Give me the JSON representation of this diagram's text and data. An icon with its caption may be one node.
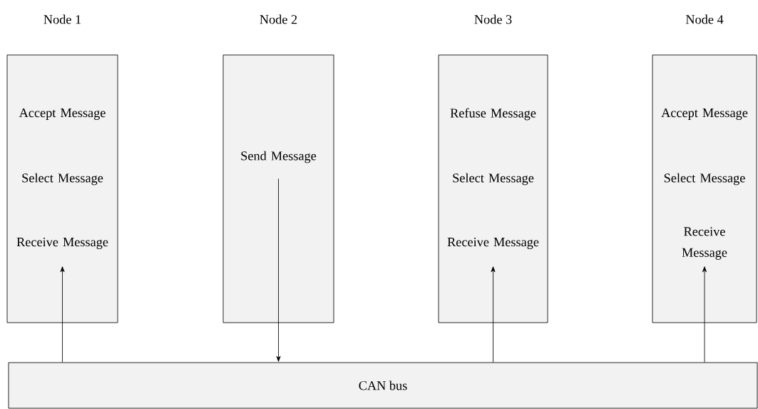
{
  "diagram": {
    "nodes": [
      {
        "text": [
          "Node 1",
          "Accept Message",
          "Select Message",
          "Receive Message"
        ]
      },
      {
        "text": [
          "Node 2",
          "Send Message"
        ]
      },
      {
        "text": [
          "Node 3",
          "Refuse Message",
          "Select Message",
          "Receive Message"
        ]
      },
      {
        "text": [
          "Node 4",
          "Accept Message",
          "Select Message",
          "Receive Message"
        ]
      },
      {
        "text": [
          "CAN bus"
        ]
      }
    ],
    "edges": [
      {
        "from": 4,
        "to": 0,
        "arrow": "to"
      },
      {
        "from": 1,
        "to": 4,
        "arrow": "to"
      },
      {
        "from": 4,
        "to": 2,
        "arrow": "to"
      },
      {
        "from": 4,
        "to": 3,
        "arrow": "to"
      }
    ]
  }
}
